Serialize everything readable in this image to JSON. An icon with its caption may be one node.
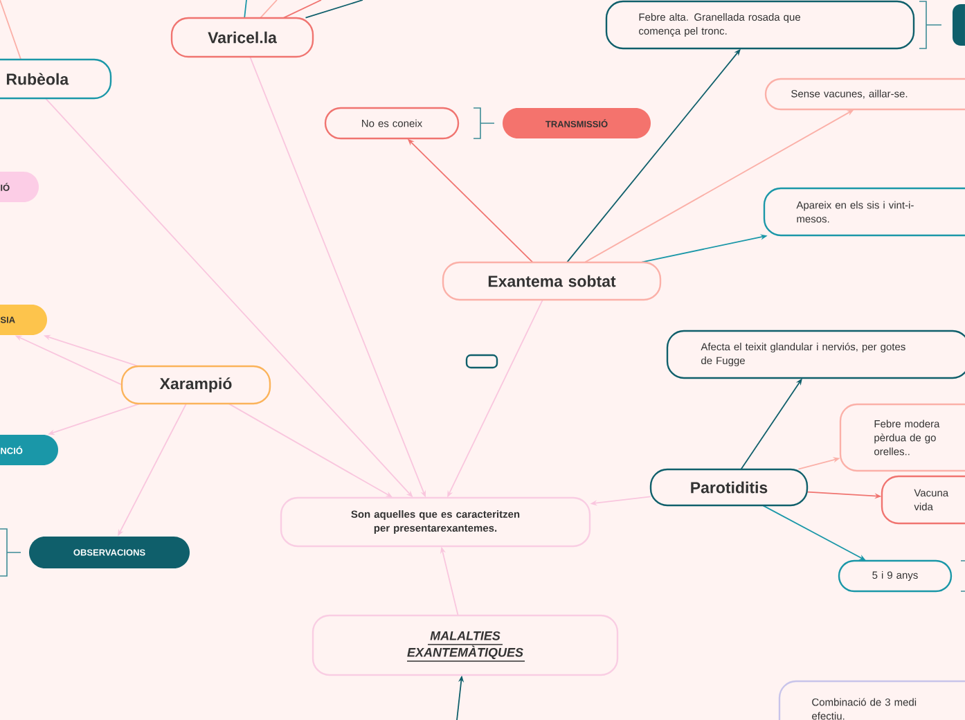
{
  "diagram": {
    "nodes": [
      {
        "text": [
          "Varicel.la"
        ]
      },
      {
        "text": [
          "Rubèola"
        ]
      },
      {
        "text": [
          "IÓ"
        ]
      },
      {
        "text": [
          "SIA"
        ]
      },
      {
        "text": [
          "Xarampió"
        ]
      },
      {
        "text": [
          "NCIÓ"
        ]
      },
      {
        "text": [
          "OBSERVACIONS"
        ]
      },
      {
        "text": [
          "Son aquelles que es caracteritzen per presentarexantemes."
        ]
      },
      {
        "text": [
          "MALALTIES EXANTEMÀTIQUES"
        ]
      },
      {
        "text": [
          "Exantema sobtat"
        ]
      },
      {
        "text": [
          "No es coneix"
        ]
      },
      {
        "text": [
          "TRANSMISSIÓ"
        ]
      },
      {
        "text": [
          "Febre alta. Granellada rosada que comença pel tronc."
        ]
      },
      {
        "text": [
          "Sense vacunes, aillar-se."
        ]
      },
      {
        "text": [
          "Apareix en els sis i vint-i- mesos."
        ]
      },
      {
        "text": [
          "Afecta el teixit glandular i nerviós, per gotes de Fugge"
        ]
      },
      {
        "text": [
          "Febre modera pèrdua de go orelles.."
        ]
      },
      {
        "text": [
          "Vacuna vida"
        ]
      },
      {
        "text": [
          "Parotiditis"
        ]
      },
      {
        "text": [
          "5 i 9 anys"
        ]
      },
      {
        "text": [
          "Combinació de 3 medi efectiu."
        ]
      },
      {
        "text": [],
        "shape": "box"
      },
      {
        "text": [],
        "shape": "box"
      }
    ],
    "edges": [
      {
        "from": 0,
        "to": 7,
        "arrow": "to"
      },
      {
        "from": 1,
        "to": 7,
        "arrow": "to"
      },
      {
        "from": 4,
        "to": 7,
        "arrow": "to"
      },
      {
        "from": 9,
        "to": 7,
        "arrow": "to"
      },
      {
        "from": 18,
        "to": 7,
        "arrow": "to"
      },
      {
        "from": 8,
        "to": 7,
        "arrow": "to"
      },
      {
        "from": null,
        "to": 8,
        "arrow": "to",
        "color": "#0f5f6b"
      },
      {
        "from": 4,
        "to": 3,
        "arrow": "to"
      },
      {
        "from": 4,
        "to": 5,
        "arrow": "to"
      },
      {
        "from": 4,
        "to": 6,
        "arrow": "to"
      },
      {
        "from": 9,
        "to": 10,
        "arrow": "to",
        "color": "#f07470"
      },
      {
        "from": 9,
        "to": 12,
        "arrow": "to",
        "color": "#0f5f6b"
      },
      {
        "from": 9,
        "to": 13,
        "arrow": "to",
        "color": "#fbb0a8"
      },
      {
        "from": 9,
        "to": 14,
        "arrow": "to",
        "color": "#1a97a8"
      },
      {
        "from": 18,
        "to": 15,
        "arrow": "to",
        "color": "#0f5f6b"
      },
      {
        "from": 18,
        "to": 16,
        "arrow": "to",
        "color": "#fbb0a8"
      },
      {
        "from": 18,
        "to": 17,
        "arrow": "to",
        "color": "#f07470"
      },
      {
        "from": 18,
        "to": 19,
        "arrow": "to",
        "color": "#1a97a8"
      },
      {
        "from": 0,
        "to": null,
        "arrow": "none",
        "color": "#1a97a8"
      },
      {
        "from": 0,
        "to": null,
        "arrow": "none",
        "color": "#fbb0a8"
      },
      {
        "from": 0,
        "to": null,
        "arrow": "none",
        "color": "#f07470"
      },
      {
        "from": 0,
        "to": null,
        "arrow": "none",
        "color": "#0f5f6b"
      },
      {
        "from": 1,
        "to": null,
        "arrow": "none",
        "color": "#fbb0a8"
      },
      {
        "from": 4,
        "to": 3,
        "arrow": "to"
      }
    ]
  }
}
